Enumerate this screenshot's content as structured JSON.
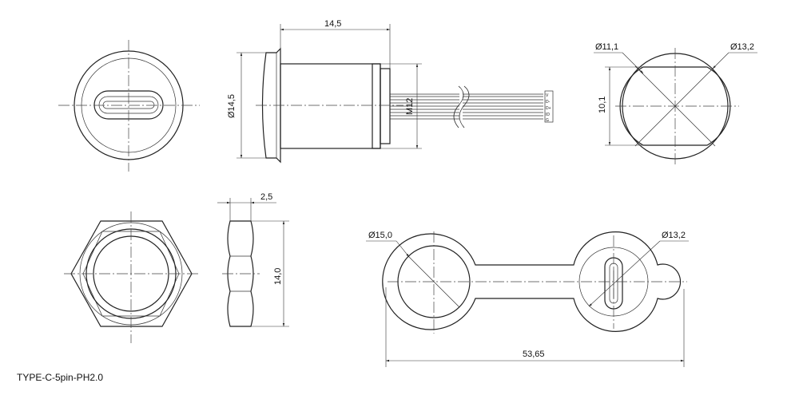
{
  "title": "TYPE-C-5pin-PH2.0",
  "dimensions": {
    "body_length": "14,5",
    "flange_diameter": "Ø14,5",
    "thread": "M12",
    "front_inner_diameter": "Ø11,1",
    "front_outer_diameter": "Ø13,2",
    "flat_width": "10,1",
    "nut_thickness": "2,5",
    "nut_width": "14,0",
    "cap_diameter": "Ø15,0",
    "cap_ring_diameter": "Ø13,2",
    "cap_length": "53,65"
  },
  "pins": [
    "V",
    "D-",
    "D+",
    "ID",
    "G"
  ]
}
